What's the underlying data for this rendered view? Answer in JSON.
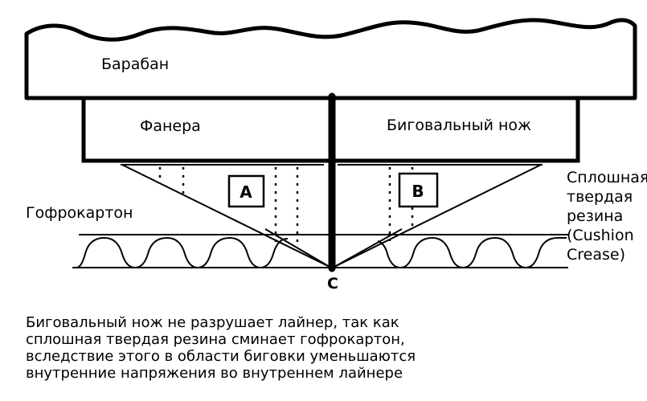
{
  "labels": {
    "drum": "Барабан",
    "plywood": "Фанера",
    "crease_knife": "Биговальный нож",
    "corrugated_board": "Гофрокартон",
    "solid_rubber": [
      "Сплошная",
      "твердая",
      "резина",
      "(Cushion",
      "Crease)"
    ],
    "zone_a": "A",
    "zone_b": "B",
    "point_c": "C"
  },
  "caption": [
    "Биговальный нож не разрушает лайнер, так как",
    "сплошная твердая резина сминает гофрокартон,",
    "вследствие этого в области биговки уменьшаются",
    "внутренние напряжения во внутреннем лайнере"
  ],
  "colors": {
    "stroke": "#000000",
    "background": "#ffffff"
  }
}
